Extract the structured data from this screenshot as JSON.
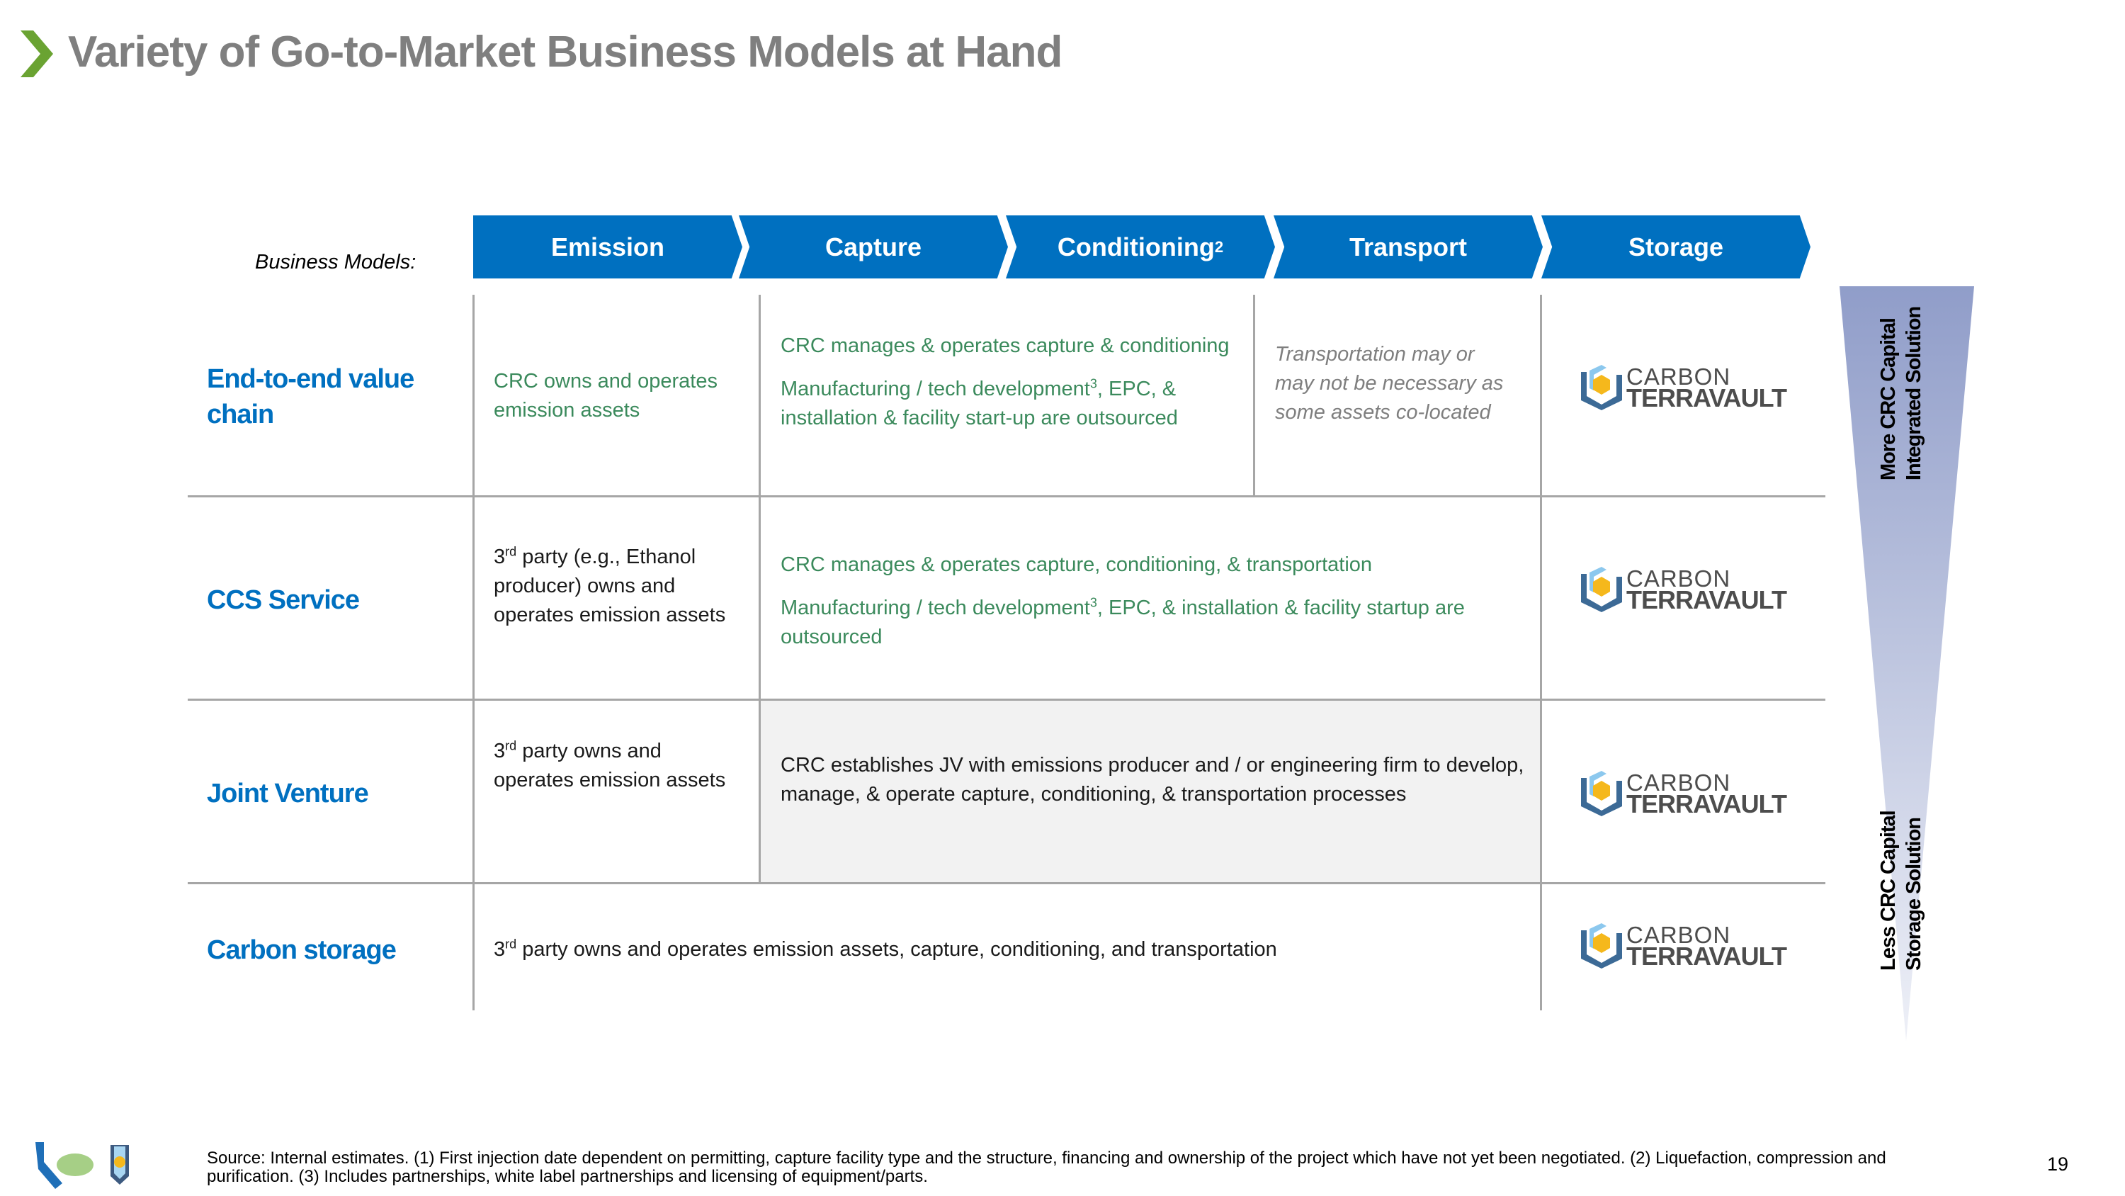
{
  "title": "Variety of Go-to-Market Business Models at Hand",
  "business_models_label": "Business Models:",
  "stages": [
    {
      "label": "Emission"
    },
    {
      "label": "Capture"
    },
    {
      "label": "Conditioning",
      "sup": "2"
    },
    {
      "label": "Transport"
    },
    {
      "label": "Storage"
    }
  ],
  "rows": [
    {
      "label": "End-to-end value chain",
      "emission": "CRC owns and operates emission assets",
      "capture_p1": "CRC manages & operates capture & conditioning",
      "capture_p2a": "Manufacturing / tech development",
      "capture_p2sup": "3",
      "capture_p2b": ", EPC, & installation & facility start-up are outsourced",
      "transport": "Transportation may or may not be necessary as some assets co-located"
    },
    {
      "label": "CCS Service",
      "emission_sup": "rd",
      "emission_a": "3",
      "emission_b": " party (e.g., Ethanol producer) owns and operates emission assets",
      "p1": "CRC manages & operates capture, conditioning, & transportation",
      "p2a": "Manufacturing / tech development",
      "p2sup": "3",
      "p2b": ", EPC, & installation & facility startup are outsourced"
    },
    {
      "label": "Joint Venture",
      "emission_a": "3",
      "emission_sup": "rd",
      "emission_b": " party owns and operates emission assets",
      "p1": "CRC establishes JV with emissions producer and / or engineering firm to develop, manage, & operate capture, conditioning, & transportation processes"
    },
    {
      "label": "Carbon storage",
      "text_a": "3",
      "text_sup": "rd",
      "text_b": " party owns and operates emission assets, capture, conditioning, and transportation"
    }
  ],
  "logo": {
    "line1": "CARBON",
    "line2": "TERRAVAULT"
  },
  "scale": {
    "top": "More CRC Capital",
    "top2": "Integrated Solution",
    "bottom": "Less CRC Capital",
    "bottom2": "Storage Solution"
  },
  "footer": "Source: Internal estimates. (1) First injection date dependent on permitting, capture facility type and the structure, financing and ownership of the project which have not yet been negotiated. (2) Liquefaction, compression and purification.  (3) Includes partnerships, white label partnerships and licensing of equipment/parts.",
  "page_number": "19",
  "colors": {
    "accent": "#0070c0",
    "title": "#7f7f7f",
    "chevron": "#6aa332",
    "green_text": "#3b8a5c"
  }
}
